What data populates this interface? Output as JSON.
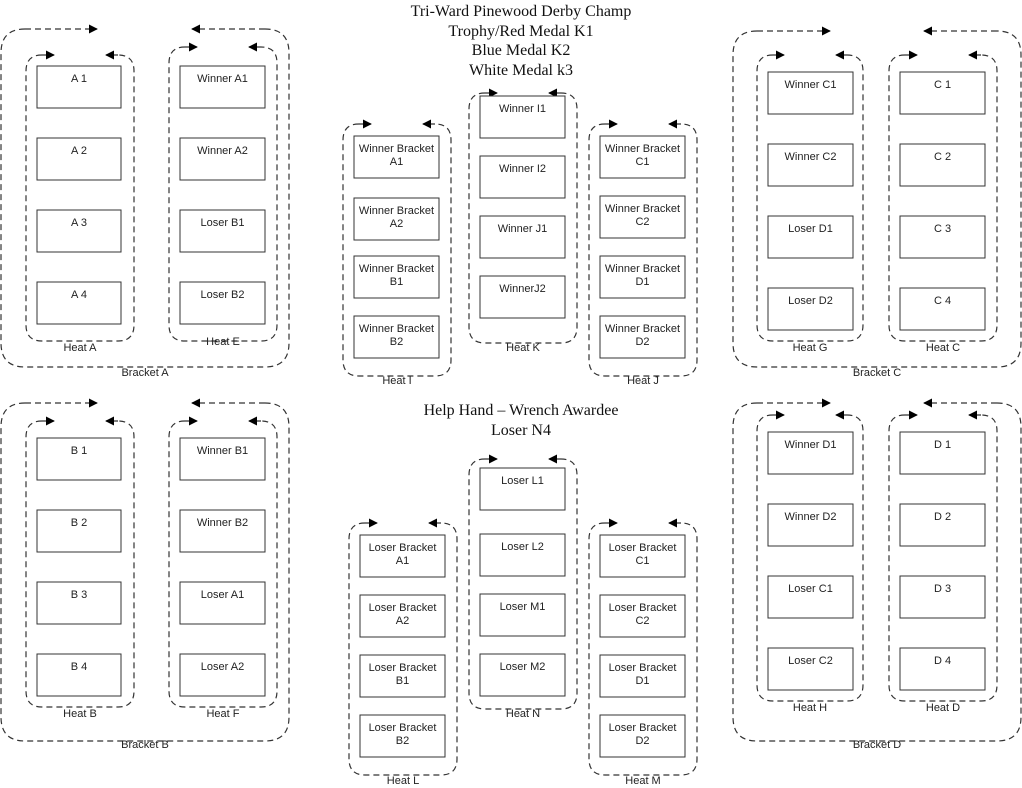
{
  "titles": {
    "championship": [
      "Tri-Ward Pinewood Derby Champ",
      "Trophy/Red Medal K1",
      "Blue Medal K2",
      "White Medal k3"
    ],
    "helping_hand": [
      "Help Hand – Wrench Awardee",
      "Loser N4"
    ]
  },
  "brackets": [
    "Bracket A",
    "Bracket B",
    "Bracket C",
    "Bracket D"
  ],
  "heats": [
    {
      "label": "Heat A",
      "slots": [
        "A 1",
        "A 2",
        "A 3",
        "A 4"
      ]
    },
    {
      "label": "Heat E",
      "slots": [
        "Winner A1",
        "Winner A2",
        "Loser B1",
        "Loser B2"
      ]
    },
    {
      "label": "Heat B",
      "slots": [
        "B 1",
        "B 2",
        "B 3",
        "B 4"
      ]
    },
    {
      "label": "Heat F",
      "slots": [
        "Winner B1",
        "Winner B2",
        "Loser A1",
        "Loser A2"
      ]
    },
    {
      "label": "Heat G",
      "slots": [
        "Winner C1",
        "Winner C2",
        "Loser D1",
        "Loser D2"
      ]
    },
    {
      "label": "Heat C",
      "slots": [
        "C 1",
        "C 2",
        "C 3",
        "C 4"
      ]
    },
    {
      "label": "Heat H",
      "slots": [
        "Winner D1",
        "Winner D2",
        "Loser C1",
        "Loser C2"
      ]
    },
    {
      "label": "Heat D",
      "slots": [
        "D 1",
        "D 2",
        "D 3",
        "D 4"
      ]
    },
    {
      "label": "Heat I",
      "slots": [
        "Winner Bracket\nA1",
        "Winner Bracket\nA2",
        "Winner Bracket\nB1",
        "Winner Bracket\nB2"
      ]
    },
    {
      "label": "Heat K",
      "slots": [
        "Winner I1",
        "Winner I2",
        "Winner J1",
        "WinnerJ2"
      ]
    },
    {
      "label": "Heat J",
      "slots": [
        "Winner Bracket\nC1",
        "Winner Bracket\nC2",
        "Winner Bracket\nD1",
        "Winner Bracket\nD2"
      ]
    },
    {
      "label": "Heat L",
      "slots": [
        "Loser Bracket\nA1",
        "Loser Bracket\nA2",
        "Loser Bracket\nB1",
        "Loser Bracket\nB2"
      ]
    },
    {
      "label": "Heat N",
      "slots": [
        "Loser L1",
        "Loser L2",
        "Loser M1",
        "Loser M2"
      ]
    },
    {
      "label": "Heat M",
      "slots": [
        "Loser Bracket\nC1",
        "Loser Bracket\nC2",
        "Loser Bracket\nD1",
        "Loser Bracket\nD2"
      ]
    }
  ]
}
